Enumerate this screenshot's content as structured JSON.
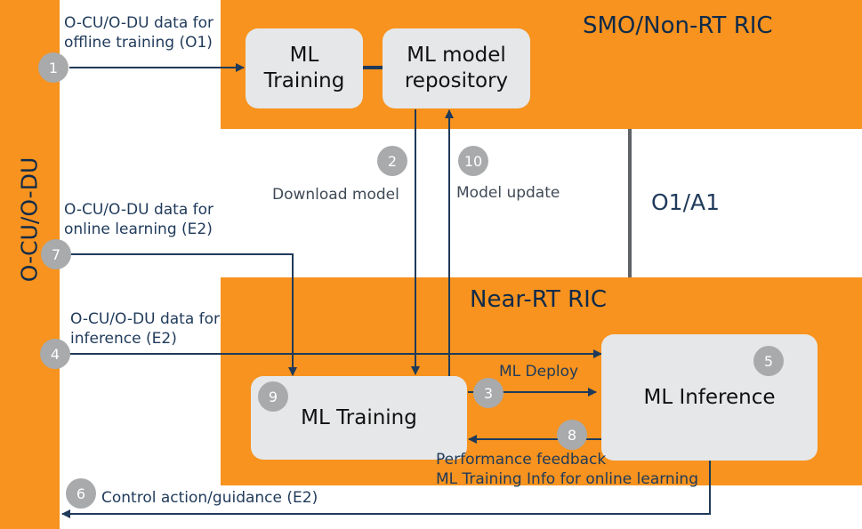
{
  "left_bar": {
    "label": "O-CU/O-DU"
  },
  "smo": {
    "title": "SMO/Non-RT RIC",
    "ml_training": "ML Training",
    "ml_model_repository": "ML model repository"
  },
  "interface": {
    "label": "O1/A1"
  },
  "near_rt": {
    "title": "Near-RT RIC",
    "ml_training": "ML Training",
    "ml_inference": "ML Inference"
  },
  "steps": [
    {
      "num": "1",
      "label": "O-CU/O-DU data for offline training (O1)"
    },
    {
      "num": "2",
      "label": "Download model"
    },
    {
      "num": "3",
      "label": "ML Deploy"
    },
    {
      "num": "4",
      "label": "O-CU/O-DU data for inference (E2)"
    },
    {
      "num": "5",
      "label": ""
    },
    {
      "num": "6",
      "label": "Control action/guidance (E2)"
    },
    {
      "num": "7",
      "label": "O-CU/O-DU data for online learning (E2)"
    },
    {
      "num": "8",
      "label": "Performance feedback"
    },
    {
      "num": "9",
      "label": ""
    },
    {
      "num": "10",
      "label": "Model update"
    }
  ],
  "feedback_line2": "ML Training Info for online learning",
  "colors": {
    "orange": "#f7931e",
    "box": "#e6e7e9",
    "badge": "#a8aaac",
    "arrow": "#1f3a5a"
  }
}
